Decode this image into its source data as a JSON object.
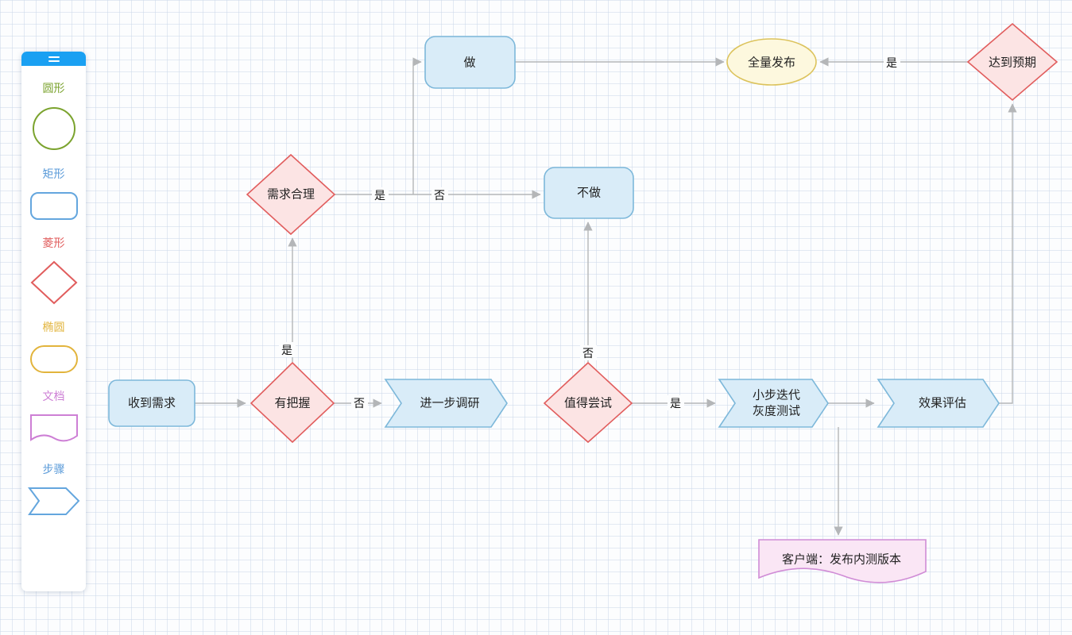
{
  "palette": {
    "items": [
      {
        "label": "圆形",
        "shape": "circle-icon",
        "color": "#7ba32e"
      },
      {
        "label": "矩形",
        "shape": "rect-icon",
        "color": "#64a6de"
      },
      {
        "label": "菱形",
        "shape": "diamond-icon",
        "color": "#e15d5d"
      },
      {
        "label": "椭圆",
        "shape": "ellipse-icon",
        "color": "#e2b43c"
      },
      {
        "label": "文档",
        "shape": "document-icon",
        "color": "#cd7fd5"
      },
      {
        "label": "步骤",
        "shape": "step-icon",
        "color": "#64a6de"
      }
    ]
  },
  "canvas": {
    "nodes": [
      {
        "id": "received",
        "type": "rounded-rect",
        "label": "收到需求"
      },
      {
        "id": "confident",
        "type": "diamond",
        "label": "有把握"
      },
      {
        "id": "research",
        "type": "step",
        "label": "进一步调研"
      },
      {
        "id": "worth",
        "type": "diamond",
        "label": "值得尝试"
      },
      {
        "id": "iterate",
        "type": "step",
        "line1": "小步迭代",
        "line2": "灰度测试"
      },
      {
        "id": "evaluate",
        "type": "step",
        "label": "效果评估"
      },
      {
        "id": "reasonable",
        "type": "diamond",
        "label": "需求合理"
      },
      {
        "id": "do",
        "type": "rounded-rect",
        "label": "做"
      },
      {
        "id": "dont",
        "type": "rounded-rect",
        "label": "不做"
      },
      {
        "id": "release",
        "type": "ellipse",
        "label": "全量发布"
      },
      {
        "id": "expected",
        "type": "diamond",
        "label": "达到预期"
      },
      {
        "id": "client",
        "type": "document",
        "label": "客户端：发布内测版本"
      }
    ],
    "labels": {
      "confident_no": "否",
      "confident_yes": "是",
      "reasonable_yes": "是",
      "reasonable_no": "否",
      "worth_no": "否",
      "worth_yes": "是",
      "expected_yes": "是"
    },
    "colors": {
      "blue_fill": "#d9ecf8",
      "blue_stroke": "#7db8da",
      "red_fill": "#fce4e4",
      "red_stroke": "#e15d5d",
      "yellow_fill": "#fdf8de",
      "yellow_stroke": "#dcc35c",
      "purple_fill": "#fae6f5",
      "purple_stroke": "#d08cd6",
      "edge": "#b4b6b8",
      "palette_header": "#1aa0f2"
    }
  }
}
